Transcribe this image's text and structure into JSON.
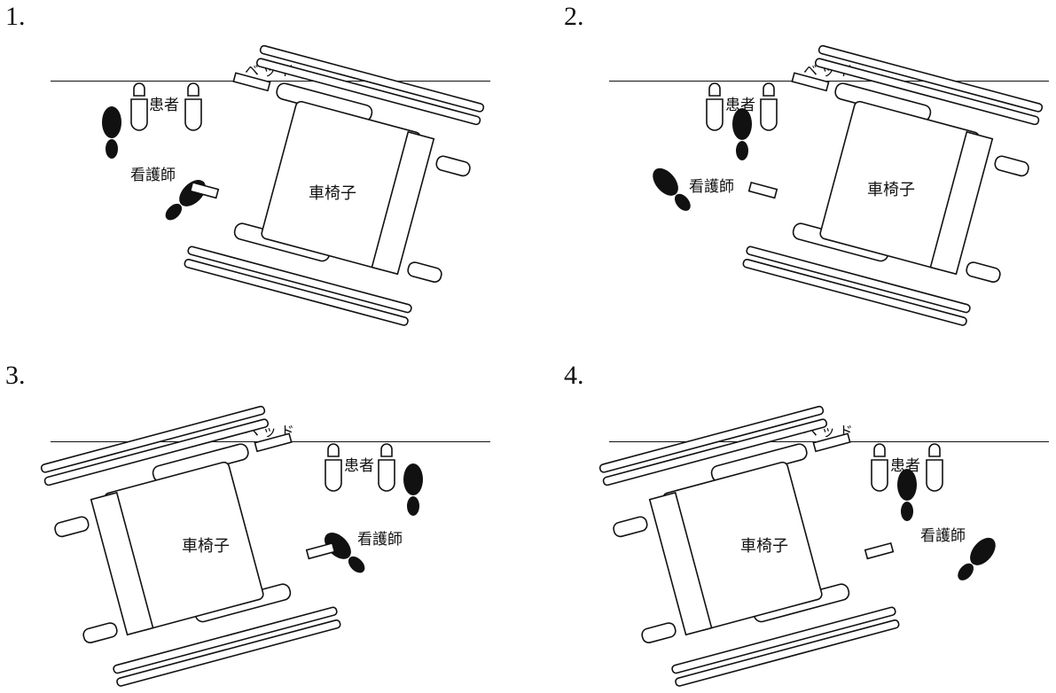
{
  "panels": [
    {
      "number": "1.",
      "bed": "ベッド",
      "patient": "患者",
      "nurse": "看護師",
      "wheelchair": "車椅子",
      "wheelchair_orientation": "tilted-right",
      "nurse_feet": "behind-and-beside-patient"
    },
    {
      "number": "2.",
      "bed": "ベッド",
      "patient": "患者",
      "nurse": "看護師",
      "wheelchair": "車椅子",
      "wheelchair_orientation": "tilted-right",
      "nurse_feet": "between-patient-feet"
    },
    {
      "number": "3.",
      "bed": "ベッド",
      "patient": "患者",
      "nurse": "看護師",
      "wheelchair": "車椅子",
      "wheelchair_orientation": "tilted-left",
      "nurse_feet": "behind-and-beside-patient"
    },
    {
      "number": "4.",
      "bed": "ベッド",
      "patient": "患者",
      "nurse": "看護師",
      "wheelchair": "車椅子",
      "wheelchair_orientation": "tilted-left",
      "nurse_feet": "between-patient-feet"
    }
  ],
  "icons": {
    "patient_foot": "outlined-footprint-icon",
    "nurse_foot": "filled-footprint-icon"
  }
}
